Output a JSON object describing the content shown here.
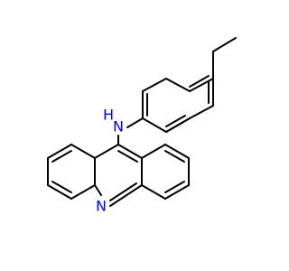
{
  "molecule": {
    "atom_labels": {
      "amine_nitrogen": "N",
      "amine_hydrogen": "H",
      "ring_nitrogen": "N"
    },
    "colors": {
      "bond": "#000000",
      "nitrogen": "#0000ff"
    }
  }
}
